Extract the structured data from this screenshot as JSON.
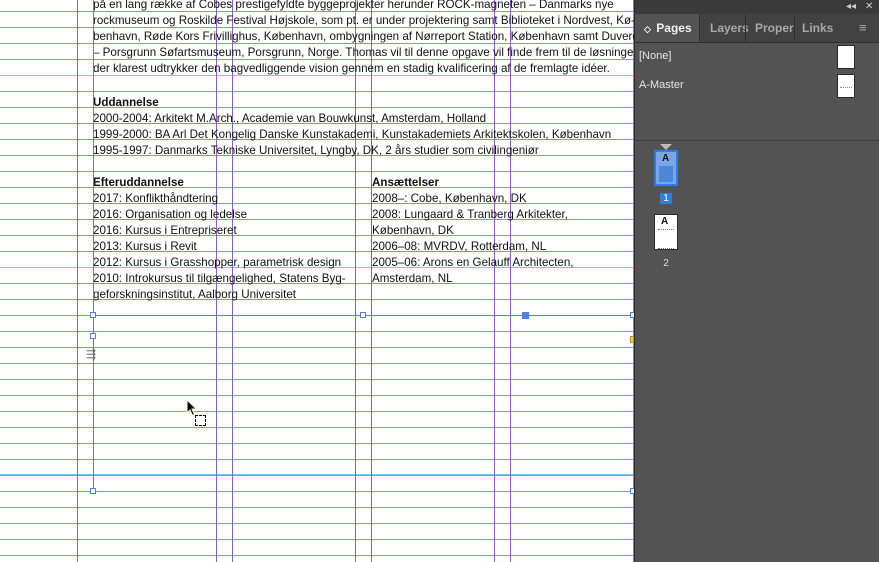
{
  "document": {
    "intro_lines": [
      "på en lang række af Cobes prestigefyldte byggeprojekter herunder ROCK-magneten – Danmarks nye",
      "rockmuseum og Roskilde Festival Højskole, som pt. er under projektering samt Biblioteket i Nordvest, Kø-",
      "benhavn, Røde Kors Frivillighus, København, ombygningen af Nørreport Station, København samt Duverden",
      "– Porsgrunn Søfartsmuseum, Porsgrunn, Norge. Thomas vil til denne opgave vil finde frem til de løsninger,",
      "der klarest udtrykker den bagvedliggende vision gennem en stadig kvalificering af de fremlagte idéer."
    ],
    "uddannelse": {
      "heading": "Uddannelse",
      "lines": [
        "2000-2004: Arkitekt M.Arch., Academie van Bouwkunst, Amsterdam, Holland",
        "1999-2000: BA Arl Det Kongelig Danske Kunstakademi, Kunstakademiets Arkitektskolen, København",
        "1995-1997: Danmarks Tekniske Universitet, Lyngby, DK, 2 års studier som civilingeniør"
      ]
    },
    "efteruddannelse": {
      "heading": "Efteruddannelse",
      "lines": [
        "2017: Konflikthåndtering",
        "2016: Organisation og ledelse",
        "2016: Kursus i Entrepriseret",
        "2013: Kursus i Revit",
        "2012: Kursus i Grasshopper, parametrisk design",
        "2010: Introkursus til tilgængelighed, Statens Byg-",
        "geforskningsinstitut, Aalborg Universitet"
      ]
    },
    "ansaettelser": {
      "heading": "Ansættelser",
      "lines": [
        "2008–: Cobe, København, DK",
        "2008: Lungaard & Tranberg Arkitekter,",
        "København, DK",
        "2006–08: MVRDV, Rotterdam, NL",
        "2005–06: Arons en Gelauff Architecten,",
        "Amsterdam, NL"
      ]
    }
  },
  "panel": {
    "controls": {
      "collapse": "◂◂",
      "close": "✕"
    },
    "tabs": [
      "Pages",
      "Layers",
      "Proper",
      "Links"
    ],
    "active_tab": "Pages",
    "masters": [
      "[None]",
      "A-Master"
    ],
    "pages": [
      {
        "letter": "A",
        "number": "1",
        "active": true
      },
      {
        "letter": "A",
        "number": "2",
        "active": false
      }
    ],
    "colors": {
      "accent": "#2f7de1",
      "panel_bg": "#535353",
      "tab_bg": "#424242"
    }
  }
}
